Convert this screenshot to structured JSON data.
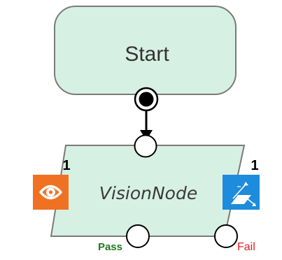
{
  "start_node": {
    "label": "Start"
  },
  "vision_node": {
    "label": "VisionNode",
    "left_tool": {
      "icon": "eye-icon",
      "count": "1",
      "color": "#f07122"
    },
    "right_tool": {
      "icon": "measure-transform-icon",
      "count": "1",
      "color": "#1d8cdc"
    },
    "pass_output": {
      "label": "Pass",
      "color": "#1f7a1f"
    },
    "fail_output": {
      "label": "Fail",
      "color": "#e02020"
    }
  },
  "colors": {
    "node_fill": "#d7f0e4",
    "node_stroke": "#7a7a7a",
    "connector": "#000000"
  }
}
